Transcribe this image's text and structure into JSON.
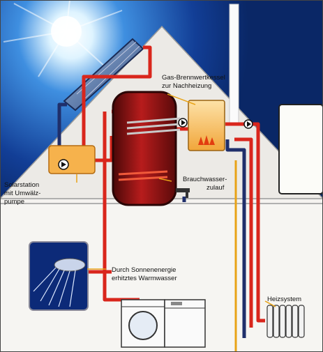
{
  "labels": {
    "gas_boiler_line1": "Gas-Brennwertkessel",
    "gas_boiler_line2": "zur Nachheizung",
    "solar_station_line1": "Solarstation",
    "solar_station_line2": "mit Umwälz-",
    "solar_station_line3": "pumpe",
    "water_inlet_line1": "Brauchwasser-",
    "water_inlet_line2": "zulauf",
    "solar_water_line1": "Durch Sonnenenergie",
    "solar_water_line2": "erhitztes Warmwasser",
    "heating_system": "Heizsystem"
  },
  "colors": {
    "sky": "#0b2d78",
    "house_wall": "#f3f1ee",
    "roof": "#e9e6e3",
    "pipe_hot": "#d9261c",
    "pipe_cold": "#1f2f6b",
    "pipe_gas": "#e8a317",
    "tank": "#8e1414",
    "unit_orange": "#f6b24c"
  },
  "icons": [
    "sun-icon",
    "shower-icon",
    "faucet-icon",
    "flame-icon",
    "pump-icon",
    "radiator-icon",
    "washing-machine-icon",
    "dishwasher-icon"
  ]
}
